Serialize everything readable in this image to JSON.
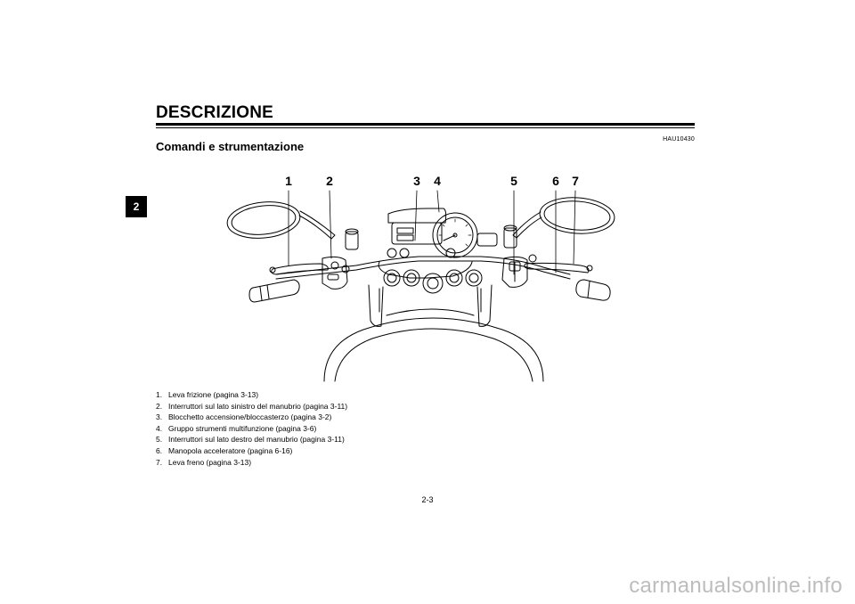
{
  "chapter_tab": "2",
  "section_title": "DESCRIZIONE",
  "doc_code": "HAU10430",
  "subtitle": "Comandi e strumentazione",
  "callouts": [
    "1",
    "2",
    "3",
    "4",
    "5",
    "6",
    "7"
  ],
  "legend": [
    {
      "num": "1.",
      "text": "Leva frizione (pagina 3-13)"
    },
    {
      "num": "2.",
      "text": "Interruttori sul lato sinistro del manubrio (pagina 3-11)"
    },
    {
      "num": "3.",
      "text": "Blocchetto accensione/bloccasterzo (pagina 3-2)"
    },
    {
      "num": "4.",
      "text": "Gruppo strumenti multifunzione (pagina 3-6)"
    },
    {
      "num": "5.",
      "text": "Interruttori sul lato destro del manubrio (pagina 3-11)"
    },
    {
      "num": "6.",
      "text": "Manopola acceleratore (pagina 6-16)"
    },
    {
      "num": "7.",
      "text": "Leva freno (pagina 3-13)"
    }
  ],
  "page_number": "2-3",
  "watermark": "carmanualsonline.info"
}
